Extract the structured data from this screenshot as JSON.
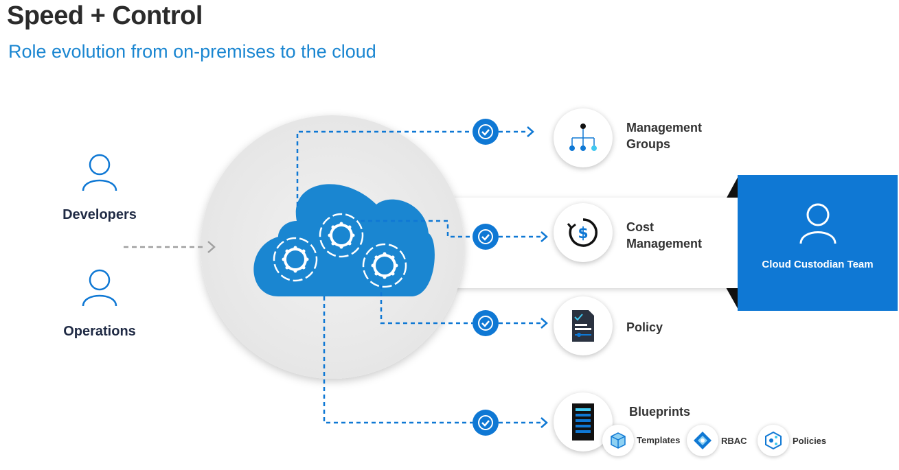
{
  "header": {
    "title": "Speed + Control",
    "subtitle": "Role evolution from on-premises to the cloud"
  },
  "roles": {
    "developers": "Developers",
    "operations": "Operations"
  },
  "services": {
    "management_groups": [
      "Management",
      "Groups"
    ],
    "cost_management": [
      "Cost",
      "Management"
    ],
    "policy": "Policy",
    "blueprints": "Blueprints"
  },
  "blueprint_items": {
    "templates": "Templates",
    "rbac": "RBAC",
    "policies": "Policies"
  },
  "custodian": {
    "label": "Cloud Custodian Team"
  },
  "colors": {
    "accent": "#0f78d4",
    "cloud": "#1a86d1",
    "navy": "#1f2a44"
  },
  "icons": [
    "person-icon",
    "cloud-icon",
    "gear-icon",
    "check-icon",
    "hierarchy-icon",
    "cost-icon",
    "policy-document-icon",
    "blueprint-icon",
    "template-cube-icon",
    "rbac-icon",
    "policies-icon"
  ]
}
